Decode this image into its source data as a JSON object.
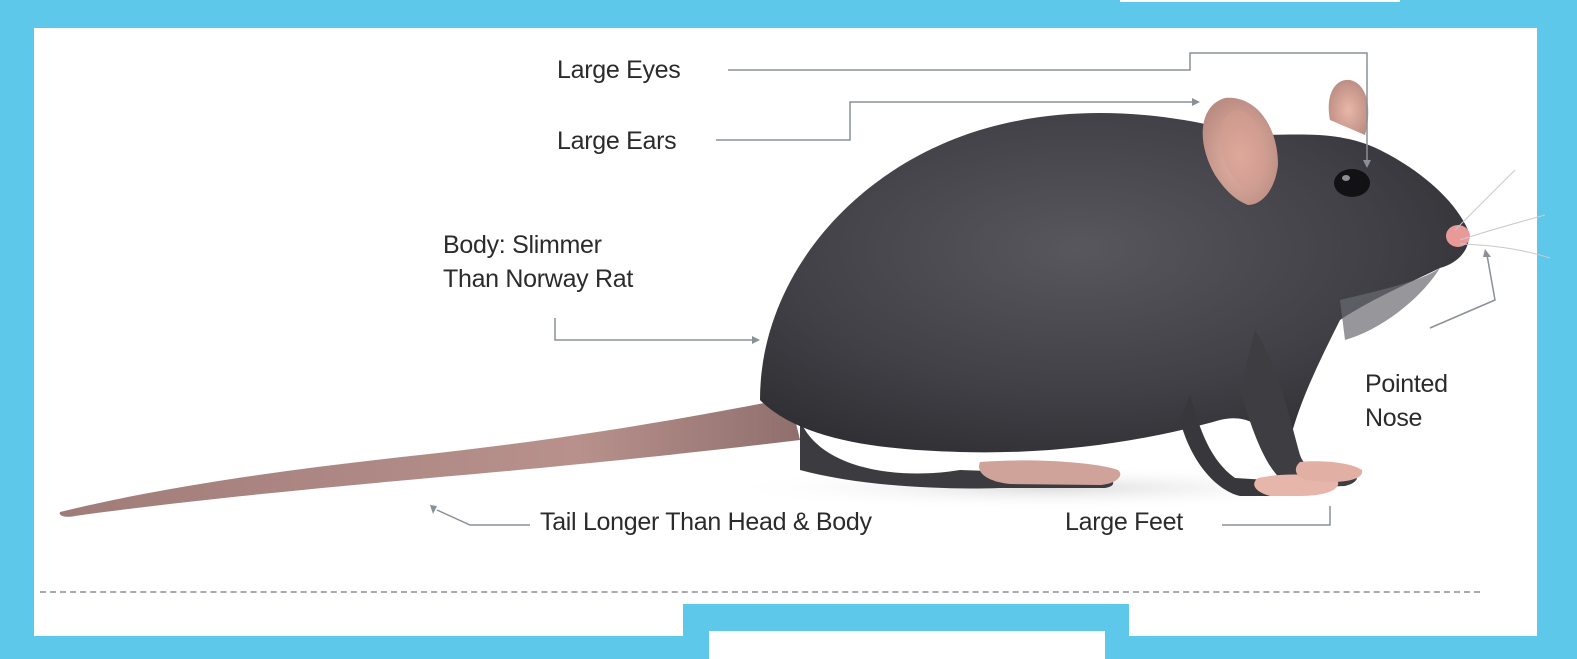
{
  "labels": {
    "eyes": "Large Eyes",
    "ears": "Large Ears",
    "body_line1": "Body: Slimmer",
    "body_line2": "Than Norway Rat",
    "nose_line1": "Pointed",
    "nose_line2": "Nose",
    "tail": "Tail Longer Than Head & Body",
    "feet": "Large Feet"
  },
  "colors": {
    "frame": "#5ec8ea",
    "background": "#ffffff",
    "text": "#2b2b2b",
    "leader_lines": "#8a9096",
    "fur": "#3f3f44",
    "tail": "#b98f8a"
  }
}
